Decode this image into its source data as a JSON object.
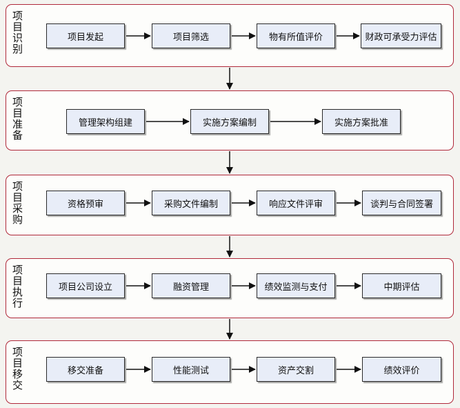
{
  "stages": [
    {
      "title": "项目识别",
      "steps": [
        "项目发起",
        "项目筛选",
        "物有所值评价",
        "财政可承受力评估"
      ]
    },
    {
      "title": "项目准备",
      "steps": [
        "管理架构组建",
        "实施方案编制",
        "实施方案批准"
      ]
    },
    {
      "title": "项目采购",
      "steps": [
        "资格预审",
        "采购文件编制",
        "响应文件评审",
        "谈判与合同签署"
      ]
    },
    {
      "title": "项目执行",
      "steps": [
        "项目公司设立",
        "融资管理",
        "绩效监测与支付",
        "中期评估"
      ]
    },
    {
      "title": "项目移交",
      "steps": [
        "移交准备",
        "性能测试",
        "资产交割",
        "绩效评价"
      ]
    }
  ]
}
